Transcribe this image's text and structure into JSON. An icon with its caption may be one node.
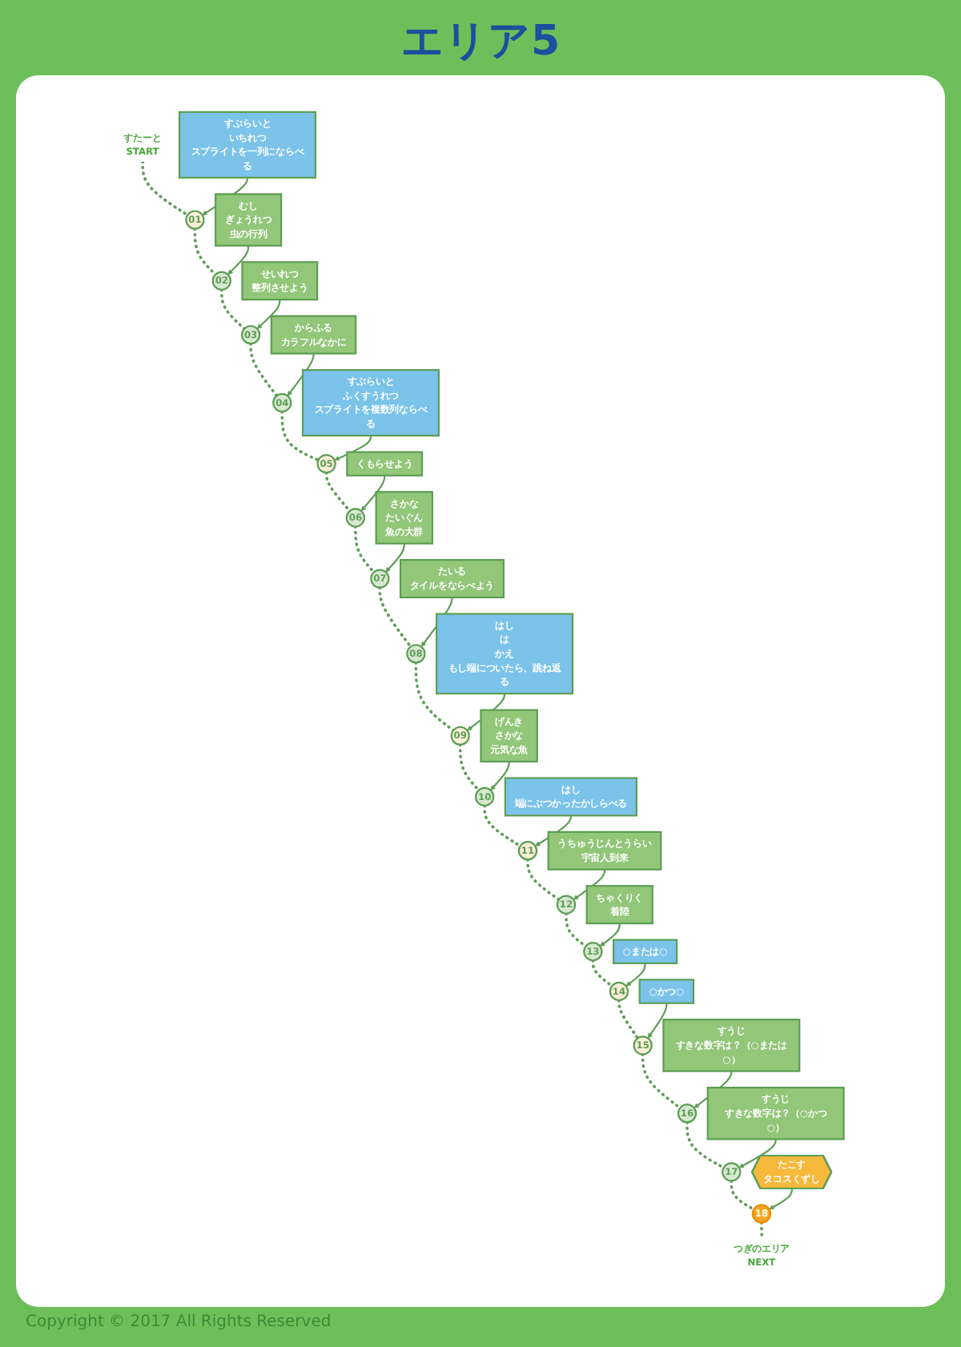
{
  "diagram": {
    "title": "エリア5",
    "nodes": [
      {
        "text": [
          "すたーと",
          "START"
        ]
      },
      {
        "text": [
          "01"
        ]
      },
      {
        "text": [
          "すぷらいと",
          "いちれつ",
          "スプライトを一列にならべる"
        ]
      },
      {
        "text": [
          "02"
        ]
      },
      {
        "text": [
          "むし",
          "ぎょうれつ",
          "虫の行列"
        ]
      },
      {
        "text": [
          "03"
        ]
      },
      {
        "text": [
          "せいれつ",
          "整列させよう"
        ]
      },
      {
        "text": [
          "04"
        ]
      },
      {
        "text": [
          "からふる",
          "カラフルなかに"
        ]
      },
      {
        "text": [
          "05"
        ]
      },
      {
        "text": [
          "すぷらいと",
          "ふくすうれつ",
          "スプライトを複数列ならべる"
        ]
      },
      {
        "text": [
          "06"
        ]
      },
      {
        "text": [
          "くもらせよう"
        ]
      },
      {
        "text": [
          "07"
        ]
      },
      {
        "text": [
          "さかな",
          "たいぐん",
          "魚の大群"
        ]
      },
      {
        "text": [
          "08"
        ]
      },
      {
        "text": [
          "たいる",
          "タイルをならべよう"
        ]
      },
      {
        "text": [
          "09"
        ]
      },
      {
        "text": [
          "はし",
          "は",
          "かえ",
          "もし端についたら、跳ね返る"
        ]
      },
      {
        "text": [
          "10"
        ]
      },
      {
        "text": [
          "げんき",
          "さかな",
          "元気な魚"
        ]
      },
      {
        "text": [
          "11"
        ]
      },
      {
        "text": [
          "はし",
          "端にぶつかったかしらべる"
        ]
      },
      {
        "text": [
          "12"
        ]
      },
      {
        "text": [
          "うちゅうじんとうらい",
          "宇宙人到来"
        ]
      },
      {
        "text": [
          "13"
        ]
      },
      {
        "text": [
          "ちゃくりく",
          "着陸"
        ]
      },
      {
        "text": [
          "14"
        ]
      },
      {
        "text": [
          "○または○"
        ]
      },
      {
        "text": [
          "15"
        ]
      },
      {
        "text": [
          "○かつ○"
        ]
      },
      {
        "text": [
          "16"
        ]
      },
      {
        "text": [
          "すうじ",
          "すきな数字は？（○または○）"
        ]
      },
      {
        "text": [
          "17"
        ]
      },
      {
        "text": [
          "すうじ",
          "すきな数字は？（○かつ○）"
        ]
      },
      {
        "text": [
          "18"
        ]
      },
      {
        "text": [
          "たこす",
          "タコスくずし"
        ]
      },
      {
        "text": [
          "つぎのエリア",
          "NEXT"
        ]
      }
    ],
    "edges": [
      {
        "from": 0,
        "to": 1,
        "arrow": "none",
        "style": "dashed"
      },
      {
        "from": 2,
        "to": 1,
        "arrow": "to"
      },
      {
        "from": 1,
        "to": 3,
        "arrow": "none",
        "style": "dashed"
      },
      {
        "from": 4,
        "to": 3,
        "arrow": "to"
      },
      {
        "from": 3,
        "to": 5,
        "arrow": "none",
        "style": "dashed"
      },
      {
        "from": 6,
        "to": 5,
        "arrow": "to"
      },
      {
        "from": 5,
        "to": 7,
        "arrow": "none",
        "style": "dashed"
      },
      {
        "from": 8,
        "to": 7,
        "arrow": "to"
      },
      {
        "from": 7,
        "to": 9,
        "arrow": "none",
        "style": "dashed"
      },
      {
        "from": 10,
        "to": 9,
        "arrow": "to"
      },
      {
        "from": 9,
        "to": 11,
        "arrow": "none",
        "style": "dashed"
      },
      {
        "from": 12,
        "to": 11,
        "arrow": "to"
      },
      {
        "from": 11,
        "to": 13,
        "arrow": "none",
        "style": "dashed"
      },
      {
        "from": 14,
        "to": 13,
        "arrow": "to"
      },
      {
        "from": 13,
        "to": 15,
        "arrow": "none",
        "style": "dashed"
      },
      {
        "from": 16,
        "to": 15,
        "arrow": "to"
      },
      {
        "from": 15,
        "to": 17,
        "arrow": "none",
        "style": "dashed"
      },
      {
        "from": 18,
        "to": 17,
        "arrow": "to"
      },
      {
        "from": 17,
        "to": 19,
        "arrow": "none",
        "style": "dashed"
      },
      {
        "from": 20,
        "to": 19,
        "arrow": "to"
      },
      {
        "from": 19,
        "to": 21,
        "arrow": "none",
        "style": "dashed"
      },
      {
        "from": 22,
        "to": 21,
        "arrow": "to"
      },
      {
        "from": 21,
        "to": 23,
        "arrow": "none",
        "style": "dashed"
      },
      {
        "from": 24,
        "to": 23,
        "arrow": "to"
      },
      {
        "from": 23,
        "to": 25,
        "arrow": "none",
        "style": "dashed"
      },
      {
        "from": 26,
        "to": 25,
        "arrow": "to"
      },
      {
        "from": 25,
        "to": 27,
        "arrow": "none",
        "style": "dashed"
      },
      {
        "from": 28,
        "to": 27,
        "arrow": "to"
      },
      {
        "from": 27,
        "to": 29,
        "arrow": "none",
        "style": "dashed"
      },
      {
        "from": 30,
        "to": 29,
        "arrow": "to"
      },
      {
        "from": 29,
        "to": 31,
        "arrow": "none",
        "style": "dashed"
      },
      {
        "from": 32,
        "to": 31,
        "arrow": "to"
      },
      {
        "from": 31,
        "to": 33,
        "arrow": "none",
        "style": "dashed"
      },
      {
        "from": 34,
        "to": 33,
        "arrow": "to"
      },
      {
        "from": 33,
        "to": 35,
        "arrow": "none",
        "style": "dashed"
      },
      {
        "from": 36,
        "to": 35,
        "arrow": "to"
      },
      {
        "from": 35,
        "to": 37,
        "arrow": "none",
        "style": "dashed"
      }
    ],
    "labels": [
      "Copyright © 2017 All Rights Reserved"
    ]
  }
}
